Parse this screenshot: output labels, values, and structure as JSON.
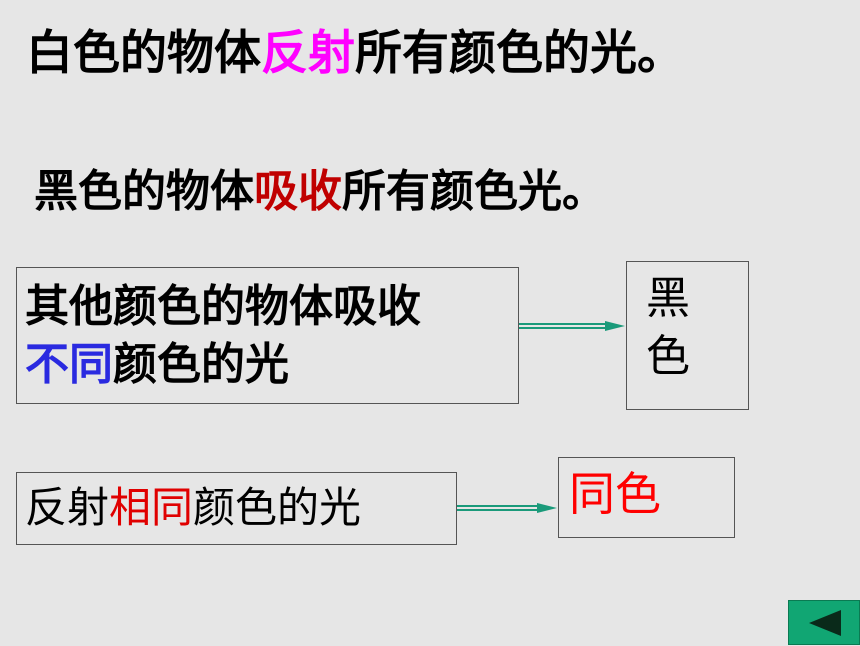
{
  "line1": {
    "pre": "白色的物体",
    "hl": "反射",
    "post": "所有颜色的光。",
    "hl_color": "#ff00ff"
  },
  "line2": {
    "pre": "黑色的物体",
    "hl": "吸收",
    "post": "所有颜色光。",
    "hl_color": "#c00000"
  },
  "box1": {
    "row1": "其他颜色的物体吸收",
    "hl": "不同",
    "row2_post": "颜色的光",
    "hl_color": "#2a2ae0"
  },
  "box2": {
    "char1": "黑",
    "char2": "色"
  },
  "box3": {
    "pre": "反射",
    "hl": "相同",
    "post": "颜色的光",
    "hl_color": "#e00000"
  },
  "box4": {
    "text": "同色",
    "color": "#ff0000"
  },
  "nav": {
    "icon": "triangle-left-icon"
  },
  "colors": {
    "background": "#e6e6e6",
    "arrow": "#1a9a7a",
    "nav_button": "#11a673"
  }
}
